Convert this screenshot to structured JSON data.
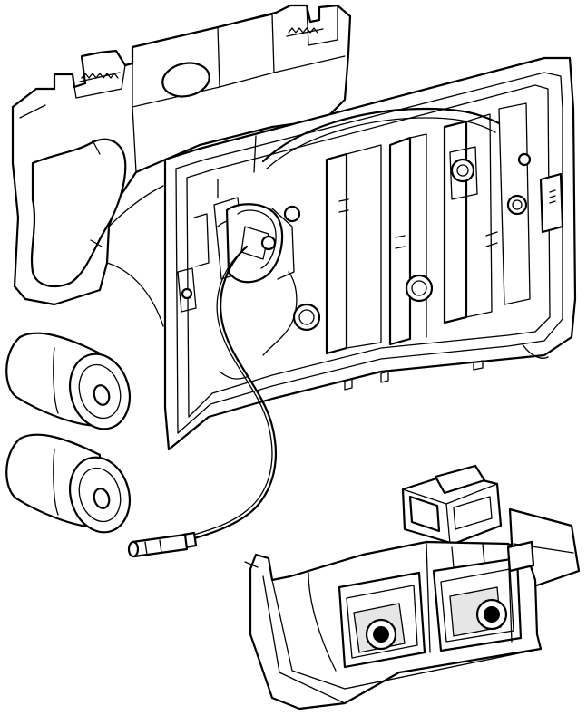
{
  "figure": {
    "kind": "exploded-view line drawing",
    "stroke_color": "#000000",
    "background_color": "#ffffff"
  },
  "parts": [
    {
      "id": "mounting-bracket",
      "label": ""
    },
    {
      "id": "mounting-frame",
      "label": ""
    },
    {
      "id": "battery-1",
      "label": ""
    },
    {
      "id": "battery-2",
      "label": ""
    },
    {
      "id": "sensor-cable",
      "label": ""
    },
    {
      "id": "actuator-module",
      "label": ""
    }
  ]
}
